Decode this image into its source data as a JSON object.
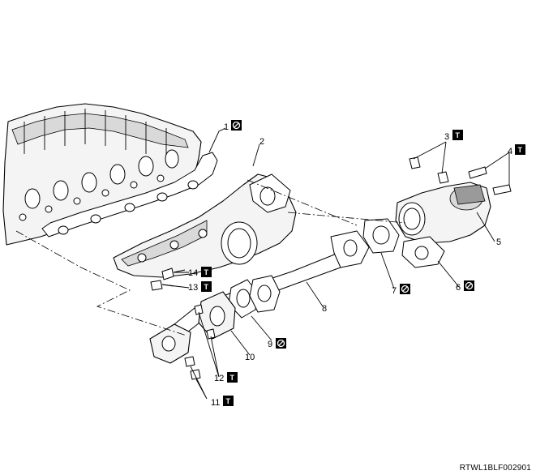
{
  "diagram": {
    "reference_code": "RTWL1BLF002901",
    "callouts": [
      {
        "number": "1",
        "symbol": "no-reuse"
      },
      {
        "number": "2",
        "symbol": ""
      },
      {
        "number": "3",
        "symbol": "torque"
      },
      {
        "number": "4",
        "symbol": "torque"
      },
      {
        "number": "5",
        "symbol": ""
      },
      {
        "number": "6",
        "symbol": "no-reuse"
      },
      {
        "number": "7",
        "symbol": "no-reuse"
      },
      {
        "number": "8",
        "symbol": ""
      },
      {
        "number": "9",
        "symbol": "no-reuse"
      },
      {
        "number": "10",
        "symbol": ""
      },
      {
        "number": "11",
        "symbol": "torque"
      },
      {
        "number": "12",
        "symbol": "torque"
      },
      {
        "number": "13",
        "symbol": "torque"
      },
      {
        "number": "14",
        "symbol": "torque"
      }
    ],
    "symbol_glyphs": {
      "torque": "T",
      "no-reuse": "⊘"
    }
  }
}
